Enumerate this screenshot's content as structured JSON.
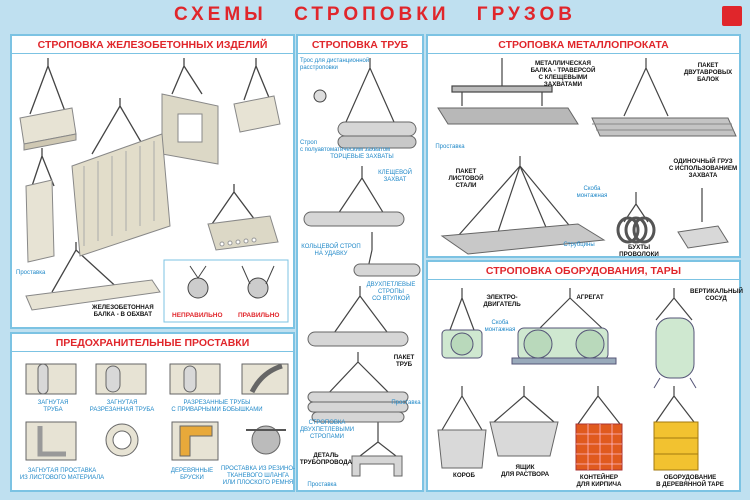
{
  "title": "СХЕМЫ  СТРОПОВКИ  ГРУЗОВ",
  "colors": {
    "accent": "#e0262b",
    "frame": "#7cc3e3",
    "label_blue": "#1f88c8",
    "background": "#bfe0f0"
  },
  "panels": {
    "concrete": {
      "title": "СТРОПОВКА ЖЕЛЕЗОБЕТОННЫХ ИЗДЕЛИЙ",
      "labels": {
        "spacer": "Проставка",
        "beam": "ЖЕЛЕЗОБЕТОННАЯ\nБАЛКА - В ОБХВАТ",
        "wrong": "НЕПРАВИЛЬНО",
        "right": "ПРАВИЛЬНО"
      }
    },
    "pipes": {
      "title": "СТРОПОВКА ТРУБ",
      "labels": {
        "remote_rope": "Трос для дистанционной\nрасстроповки",
        "sling_semi": "Строп\nс полуавтоматическим захватом",
        "end_grips": "ТОРЦЕВЫЕ ЗАХВАТЫ",
        "pincer": "КЛЕЩЕВОЙ\nЗАХВАТ",
        "ring_sling": "КОЛЬЦЕВОЙ СТРОП\nНА УДАВКУ",
        "two_leg_sleeve": "ДВУХПЕТЛЕВЫЕ\nСТРОПЫ\nСО ВТУЛКОЙ",
        "pipe_pack": "ПАКЕТ\nТРУБ",
        "spacer1": "Проставка",
        "two_leg_slings": "СТРОПОВКА\nДВУХПЕТЛЕВЫМИ\nСТРОПАМИ",
        "pipeline_part": "ДЕТАЛЬ\nТРУБОПРОВОДА",
        "spacer2": "Проставка"
      }
    },
    "metal": {
      "title": "СТРОПОВКА МЕТАЛЛОПРОКАТА",
      "labels": {
        "beam_traverse": "МЕТАЛЛИЧЕСКАЯ\nБАЛКА - ТРАВЕРСОЙ\nС КЛЕЩЕВЫМИ\nЗАХВАТАМИ",
        "ibeam_pack": "ПАКЕТ\nДВУТАВРОВЫХ\nБАЛОК",
        "spacer": "Проставка",
        "sheet_pack": "ПАКЕТ\nЛИСТОВОЙ\nСТАЛИ",
        "mount_loop": "Скоба\nмонтажная",
        "spacers": "Струбцины",
        "wire_coils": "БУХТЫ\nПРОВОЛОКИ",
        "single_grab": "ОДИНОЧНЫЙ ГРУЗ\nС ИСПОЛЬЗОВАНИЕМ\nЗАХВАТА"
      }
    },
    "guards": {
      "title": "ПРЕДОХРАНИТЕЛЬНЫЕ ПРОСТАВКИ",
      "labels": {
        "bent_pipe": "ЗАГНУТАЯ\nТРУБА",
        "bent_cut_pipe": "ЗАГНУТАЯ\nРАЗРЕЗАННАЯ ТРУБА",
        "cut_pipes_bosses": "РАЗРЕЗАННЫЕ ТРУБЫ\nС ПРИВАРНЫМИ БОБЫШКАМИ",
        "bent_sheet": "ЗАГНУТАЯ ПРОСТАВКА\nИЗ ЛИСТОВОГО МАТЕРИАЛА",
        "wood_bars": "ДЕРЕВЯННЫЕ\nБРУСКИ",
        "rubber_hose": "ПРОСТАВКА ИЗ РЕЗИНО-\nТКАНЕВОГО ШЛАНГА\nИЛИ ПЛОСКОГО РЕМНЯ"
      }
    },
    "equipment": {
      "title": "СТРОПОВКА ОБОРУДОВАНИЯ, ТАРЫ",
      "labels": {
        "motor": "ЭЛЕКТРО-\nДВИГАТЕЛЬ",
        "mount_loop": "Скоба\nмонтажная",
        "unit": "АГРЕГАТ",
        "vessel": "ВЕРТИКАЛЬНЫЙ\nСОСУД",
        "box": "КОРОБ",
        "mortar_box": "ЯЩИК\nДЛЯ РАСТВОРА",
        "brick_container": "КОНТЕЙНЕР\nДЛЯ КИРПИЧА",
        "wood_crate": "ОБОРУДОВАНИЕ\nВ ДЕРЕВЯННОЙ ТАРЕ"
      }
    }
  }
}
